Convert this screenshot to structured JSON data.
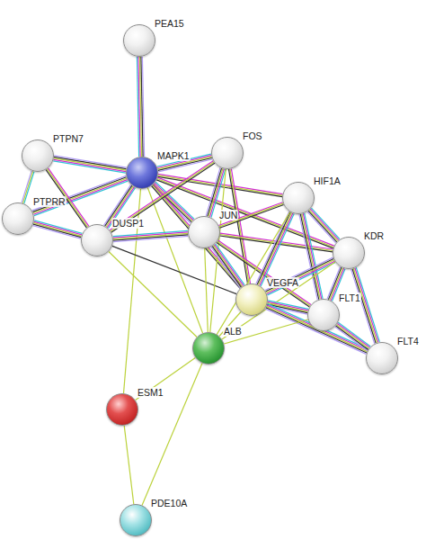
{
  "diagram": {
    "nodes": [
      {
        "text": [
          "PEA15"
        ]
      },
      {
        "text": [
          "FOS"
        ]
      },
      {
        "text": [
          "PTPN7"
        ]
      },
      {
        "text": [
          "MAPK1"
        ]
      },
      {
        "text": [
          "HIF1A"
        ]
      },
      {
        "text": [
          "PTPRR"
        ]
      },
      {
        "text": [
          "JUN"
        ]
      },
      {
        "text": [
          "DUSP1"
        ]
      },
      {
        "text": [
          "KDR"
        ]
      },
      {
        "text": [
          "VEGFA"
        ]
      },
      {
        "text": [
          "FLT1"
        ]
      },
      {
        "text": [
          "ALB"
        ]
      },
      {
        "text": [
          "FLT4"
        ]
      },
      {
        "text": [
          "ESM1"
        ]
      },
      {
        "text": [
          "PDE10A"
        ]
      }
    ],
    "edges": [
      {
        "from": 3,
        "to": 0,
        "arrow": "none"
      },
      {
        "from": 3,
        "to": 2,
        "arrow": "none"
      },
      {
        "from": 3,
        "to": 5,
        "arrow": "none"
      },
      {
        "from": 3,
        "to": 7,
        "arrow": "none"
      },
      {
        "from": 3,
        "to": 1,
        "arrow": "none"
      },
      {
        "from": 3,
        "to": 6,
        "arrow": "none"
      },
      {
        "from": 3,
        "to": 4,
        "arrow": "none"
      },
      {
        "from": 3,
        "to": 8,
        "arrow": "none"
      },
      {
        "from": 3,
        "to": 9,
        "arrow": "none"
      },
      {
        "from": 3,
        "to": 11,
        "arrow": "none"
      },
      {
        "from": 3,
        "to": 13,
        "arrow": "none"
      },
      {
        "from": 2,
        "to": 5,
        "arrow": "none"
      },
      {
        "from": 2,
        "to": 7,
        "arrow": "none"
      },
      {
        "from": 5,
        "to": 7,
        "arrow": "none"
      },
      {
        "from": 7,
        "to": 1,
        "arrow": "none"
      },
      {
        "from": 7,
        "to": 6,
        "arrow": "none"
      },
      {
        "from": 7,
        "to": 9,
        "arrow": "none"
      },
      {
        "from": 7,
        "to": 11,
        "arrow": "none"
      },
      {
        "from": 1,
        "to": 6,
        "arrow": "none"
      },
      {
        "from": 1,
        "to": 9,
        "arrow": "none"
      },
      {
        "from": 1,
        "to": 11,
        "arrow": "none"
      },
      {
        "from": 6,
        "to": 4,
        "arrow": "none"
      },
      {
        "from": 6,
        "to": 9,
        "arrow": "none"
      },
      {
        "from": 6,
        "to": 8,
        "arrow": "none"
      },
      {
        "from": 6,
        "to": 11,
        "arrow": "none"
      },
      {
        "from": 6,
        "to": 10,
        "arrow": "none"
      },
      {
        "from": 4,
        "to": 9,
        "arrow": "none"
      },
      {
        "from": 4,
        "to": 8,
        "arrow": "none"
      },
      {
        "from": 4,
        "to": 10,
        "arrow": "none"
      },
      {
        "from": 4,
        "to": 11,
        "arrow": "none"
      },
      {
        "from": 8,
        "to": 9,
        "arrow": "none"
      },
      {
        "from": 8,
        "to": 10,
        "arrow": "none"
      },
      {
        "from": 8,
        "to": 12,
        "arrow": "none"
      },
      {
        "from": 8,
        "to": 11,
        "arrow": "none"
      },
      {
        "from": 9,
        "to": 10,
        "arrow": "none"
      },
      {
        "from": 9,
        "to": 12,
        "arrow": "none"
      },
      {
        "from": 9,
        "to": 11,
        "arrow": "none"
      },
      {
        "from": 10,
        "to": 12,
        "arrow": "none"
      },
      {
        "from": 10,
        "to": 11,
        "arrow": "none"
      },
      {
        "from": 11,
        "to": 13,
        "arrow": "none"
      },
      {
        "from": 11,
        "to": 14,
        "arrow": "none"
      },
      {
        "from": 13,
        "to": 14,
        "arrow": "none"
      }
    ]
  }
}
